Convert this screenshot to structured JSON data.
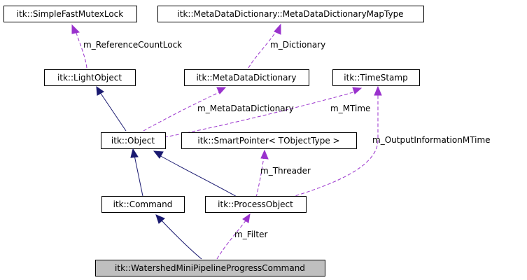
{
  "nodes": {
    "simple_fast_mutex_lock": "itk::SimpleFastMutexLock",
    "meta_data_dictionary_map_type": "itk::MetaDataDictionary::MetaDataDictionaryMapType",
    "light_object": "itk::LightObject",
    "meta_data_dictionary": "itk::MetaDataDictionary",
    "time_stamp": "itk::TimeStamp",
    "object": "itk::Object",
    "smart_pointer": "itk::SmartPointer< TObjectType >",
    "command": "itk::Command",
    "process_object": "itk::ProcessObject",
    "watershed_command": "itk::WatershedMiniPipelineProgressCommand"
  },
  "edge_labels": {
    "reference_count_lock": "m_ReferenceCountLock",
    "dictionary": "m_Dictionary",
    "meta_data_dictionary": "m_MetaDataDictionary",
    "mtime": "m_MTime",
    "output_information_mtime": "m_OutputInformationMTime",
    "threader": "m_Threader",
    "filter": "m_Filter"
  },
  "colors": {
    "inheritance_edge": "#191970",
    "member_edge": "#9a32cd",
    "highlight_node": "#bfbfbf"
  }
}
